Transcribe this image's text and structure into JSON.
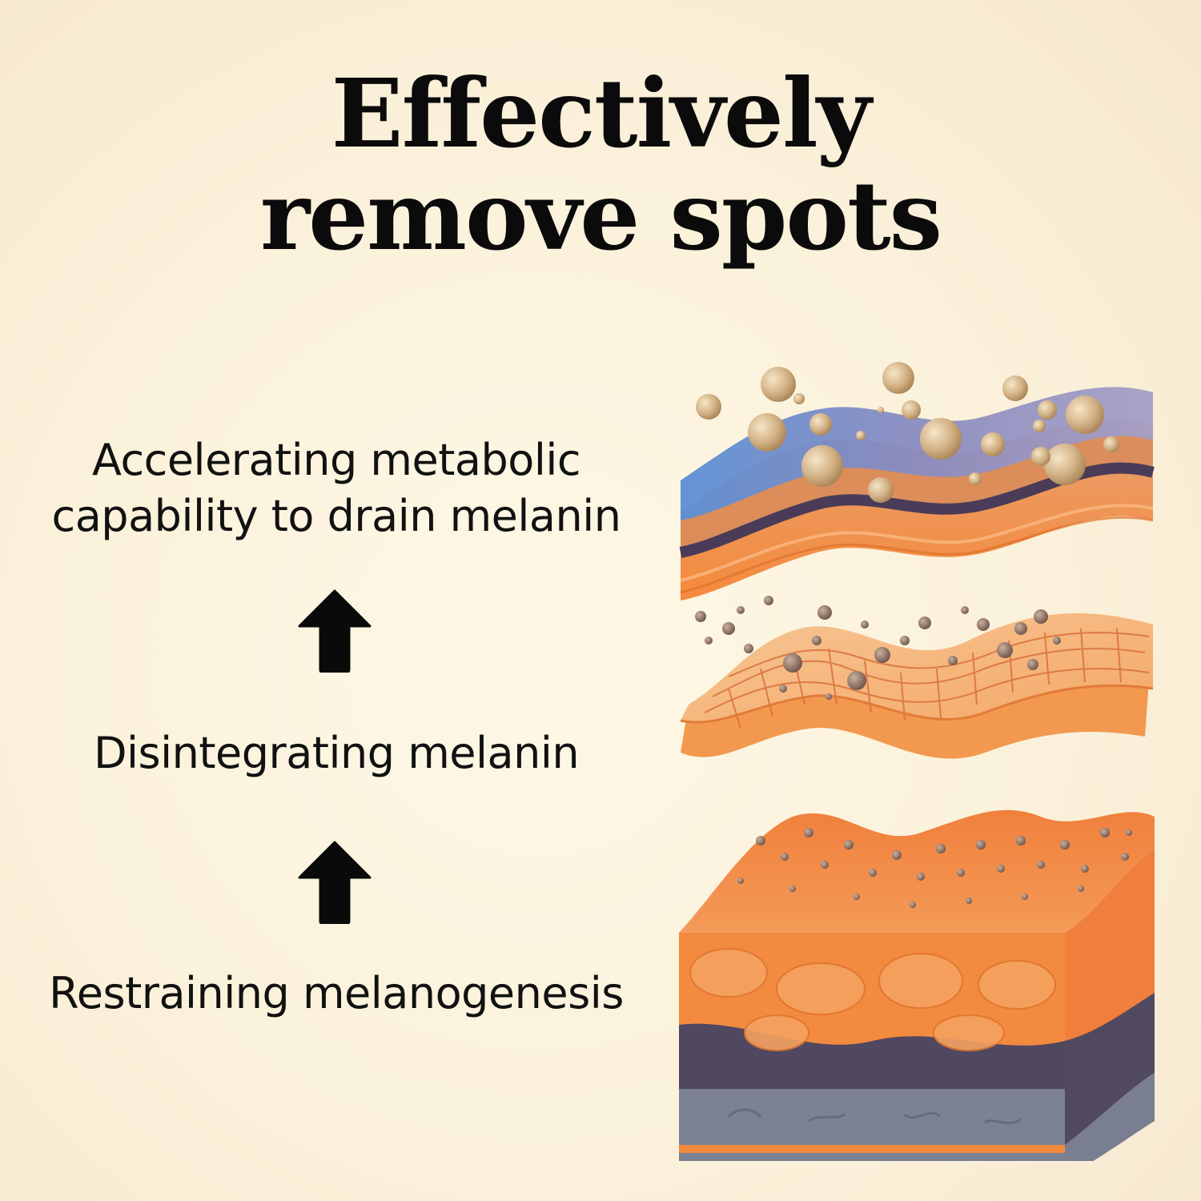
{
  "title": {
    "line1": "Effectively",
    "line2": "remove spots"
  },
  "steps": [
    {
      "lines": [
        "Accelerating metabolic",
        "capability to drain melanin"
      ]
    },
    {
      "lines": [
        "Disintegrating melanin"
      ]
    },
    {
      "lines": [
        "Restraining melanogenesis"
      ]
    }
  ],
  "icons": {
    "arrow": "arrow-up-icon"
  },
  "colors": {
    "text": "#111111",
    "epidermis_blue": "#7f84b8",
    "skin_orange": "#f4893e",
    "dermis_dark": "#4f4860",
    "melanin": "#c9a777"
  }
}
